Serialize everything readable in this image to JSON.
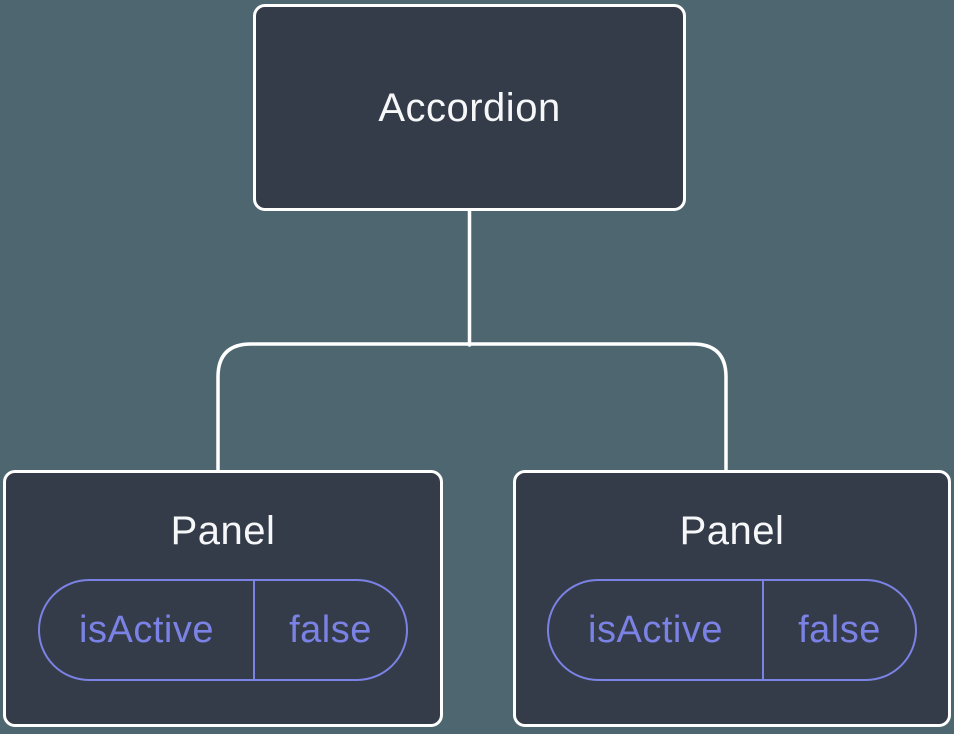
{
  "colors": {
    "background": "#4D6670",
    "node_fill": "#353C49",
    "node_border": "#FFFFFF",
    "connector": "#FFFFFF",
    "accent": "#7B82E5",
    "node_text": "#F6F7F9"
  },
  "tree": {
    "root": {
      "label": "Accordion"
    },
    "children": [
      {
        "label": "Panel",
        "props": [
          {
            "name": "isActive",
            "value": "false"
          }
        ]
      },
      {
        "label": "Panel",
        "props": [
          {
            "name": "isActive",
            "value": "false"
          }
        ]
      }
    ]
  }
}
